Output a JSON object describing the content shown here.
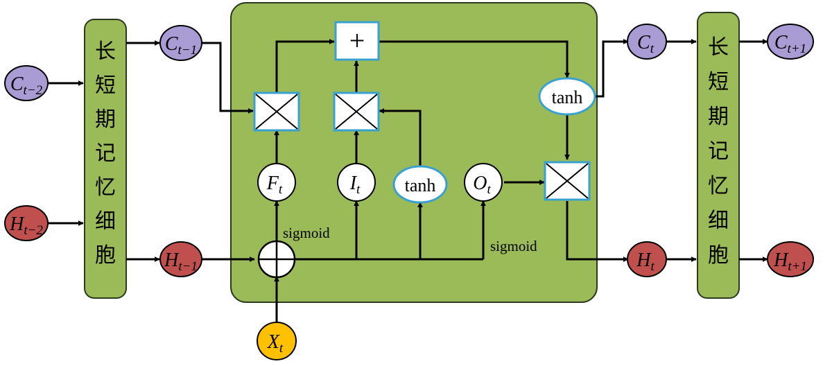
{
  "colors": {
    "cell_green": "#9bbb59",
    "cell_border": "#2b3a1e",
    "purple_node": "#a99bd3",
    "red_node": "#c0504d",
    "yellow_node": "#ffc000",
    "op_box_border": "#3aa0d0",
    "line": "#000000"
  },
  "side_cell": {
    "label_chars": [
      "长",
      "短",
      "期",
      "记",
      "忆",
      "细",
      "胞"
    ]
  },
  "states": {
    "c_prev2": {
      "base": "C",
      "sub": "t−2"
    },
    "h_prev2": {
      "base": "H",
      "sub": "t−2"
    },
    "c_prev1": {
      "base": "C",
      "sub": "t−1"
    },
    "h_prev1": {
      "base": "H",
      "sub": "t−1"
    },
    "c_t": {
      "base": "C",
      "sub": "t"
    },
    "h_t": {
      "base": "H",
      "sub": "t"
    },
    "c_next": {
      "base": "C",
      "sub": "t+1"
    },
    "h_next": {
      "base": "H",
      "sub": "t+1"
    },
    "x_t": {
      "base": "X",
      "sub": "t"
    }
  },
  "gates": {
    "forget": {
      "base": "F",
      "sub": "t"
    },
    "input": {
      "base": "I",
      "sub": "t"
    },
    "output": {
      "base": "O",
      "sub": "t"
    }
  },
  "operators": {
    "plus": "+",
    "tanh": "tanh",
    "sigmoid": "sigmoid"
  }
}
